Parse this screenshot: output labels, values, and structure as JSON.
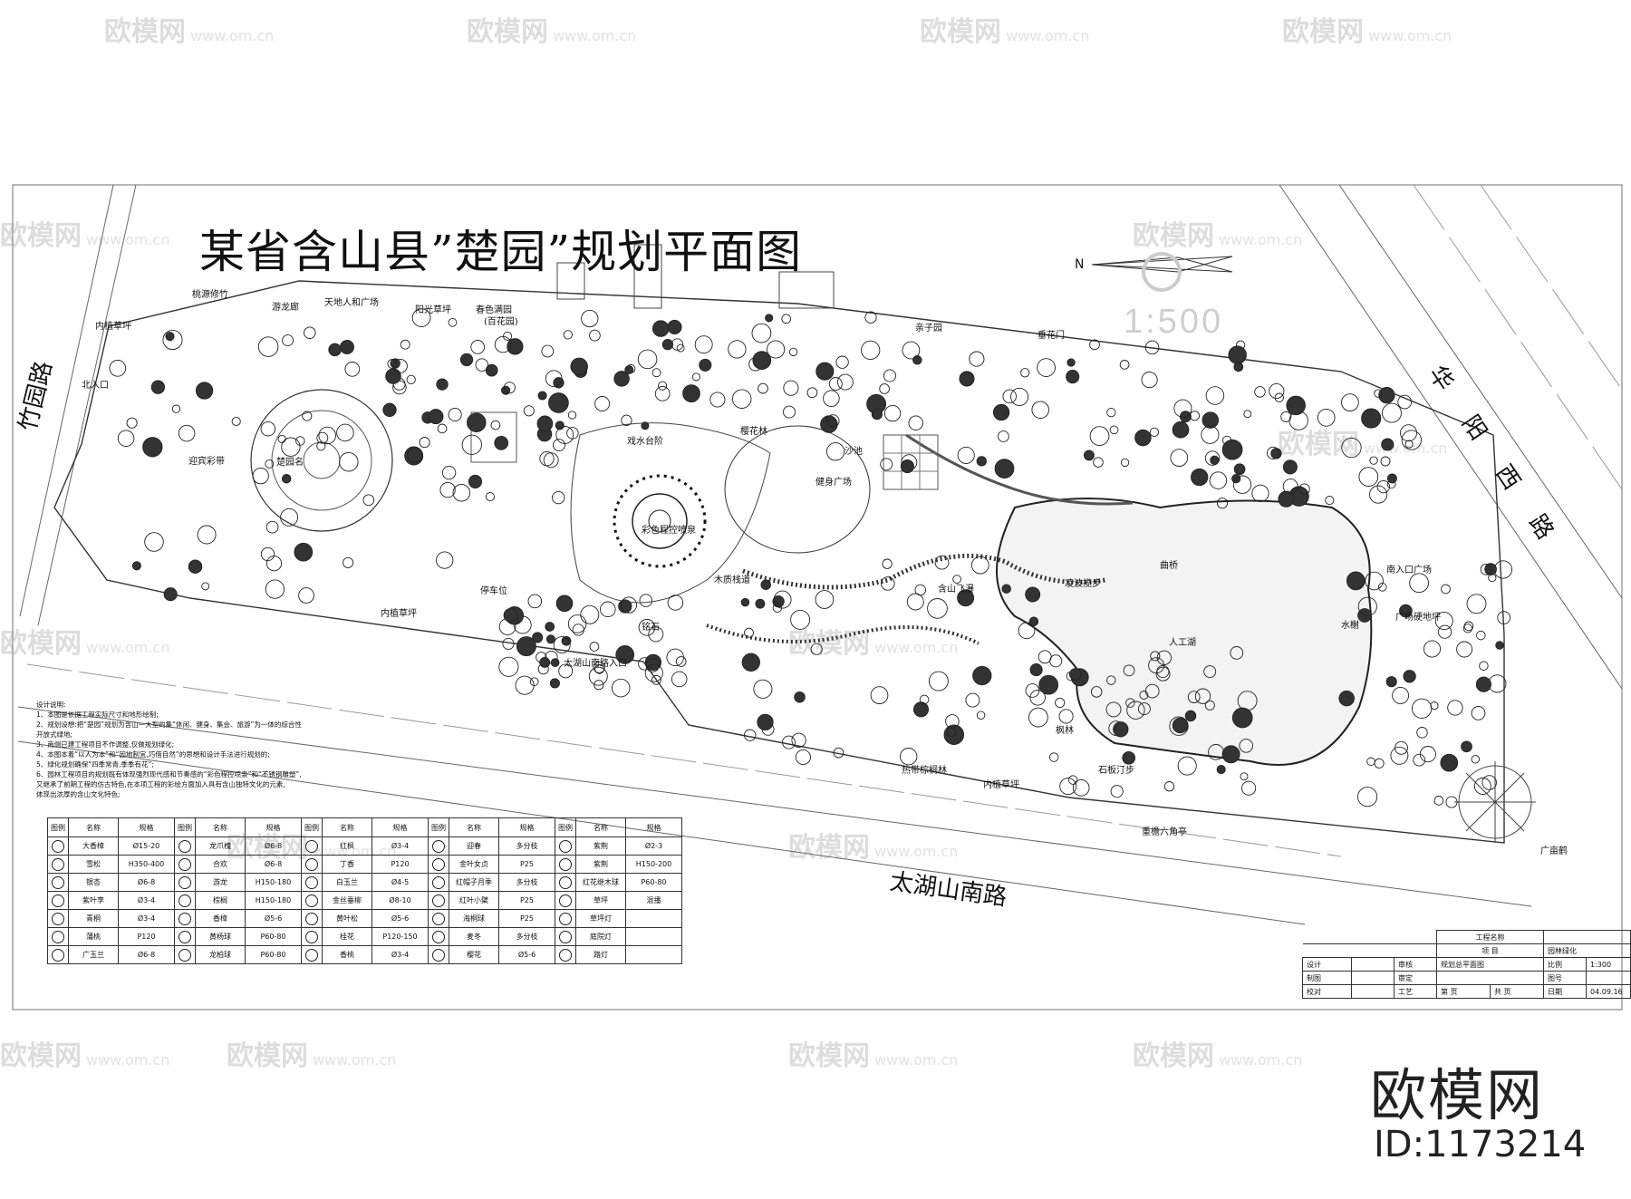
{
  "title": "某省含山县”楚园”规划平面图",
  "scale": "1:500",
  "north_label": "N",
  "roads": {
    "west": "竹园路",
    "east": "华阳西路",
    "south": "太湖山南路"
  },
  "plan_labels": [
    "桃源修竹",
    "游龙廊",
    "天地人和广场",
    "阳光草坪",
    "春色满园",
    "(百花园)",
    "内植草坪",
    "北入口",
    "亲子园",
    "垂花门",
    "迎宾彩带",
    "楚园名",
    "戏水台阶",
    "健身广场",
    "木质栈道",
    "彩色程控喷泉",
    "沙池",
    "停车位",
    "铭石",
    "樱花林",
    "含山飞瀑",
    "凌波揽步",
    "曲桥",
    "南入口广场",
    "水榭",
    "广场硬地坪",
    "人工湖",
    "太湖山南路入口",
    "内植草坪",
    "热带棕榈林",
    "石板汀步",
    "重檐六角亭",
    "广亩鹤",
    "枫林",
    "内植草坪"
  ],
  "notes": {
    "heading": "设计说明:",
    "lines": [
      "1、本图是依据工程实际尺寸和地形绘制;",
      "2、规划设想:把“楚园”规划为含山一大型的集“休闲、健身、集会、旅游”为一体的综合性",
      "   开放式绿地;",
      "3、南侧已建工程项目不作调整,仅做规划绿化;",
      "4、本图本着“以人为本”和“因地制宜,巧借自然”的思想和设计手法进行规划的;",
      "5、绿化规划确保“四季常青,季季有花”;",
      "6、园林工程项目的规划既有体现强烈现代感和节奏感的“彩色程控喷泉”和“不锈钢雕塑”,",
      "   又继承了前期工程的仿古特色,在本项工程的彩绘方面加入具有含山独特文化的元素,",
      "   体现出浓厚的含山文化特色;"
    ]
  },
  "legend": {
    "headers": [
      "图例",
      "名称",
      "规格",
      "图例",
      "名称",
      "规格",
      "图例",
      "名称",
      "规格",
      "图例",
      "名称",
      "规格",
      "图例",
      "名称",
      "规格"
    ],
    "rows": [
      [
        "大香樟",
        "Ø15-20",
        "龙爪槐",
        "Ø6-8",
        "红枫",
        "Ø3-4",
        "迎春",
        "多分枝",
        "紫荆",
        "Ø2-3"
      ],
      [
        "雪松",
        "H350-400",
        "合欢",
        "Ø6-8",
        "丁香",
        "P120",
        "金叶女贞",
        "P25",
        "紫荆",
        "H150-200"
      ],
      [
        "银杏",
        "Ø6-8",
        "游龙",
        "H150-180",
        "白玉兰",
        "Ø4-5",
        "红帽子月季",
        "多分枝",
        "红花继木球",
        "P60-80"
      ],
      [
        "紫叶李",
        "Ø3-4",
        "棕榈",
        "H150-180",
        "金丝垂柳",
        "Ø8-10",
        "红叶小檗",
        "P25",
        "草坪",
        "混播"
      ],
      [
        "青桐",
        "Ø3-4",
        "香樟",
        "Ø5-6",
        "黄叶松",
        "Ø5-6",
        "海桐球",
        "P25",
        "草坪灯",
        ""
      ],
      [
        "蒲桃",
        "P120",
        "黄杨球",
        "P60-80",
        "桂花",
        "P120-150",
        "麦冬",
        "多分枝",
        "庭院灯",
        ""
      ],
      [
        "广玉兰",
        "Ø6-8",
        "龙柏球",
        "P60-80",
        "香桃",
        "Ø3-4",
        "樱花",
        "Ø5-6",
        "路灯",
        ""
      ]
    ]
  },
  "title_block": {
    "project_name_label": "工程名称",
    "item_label": "项 目",
    "item_value": "园林绿化",
    "design": "设计",
    "check": "审核",
    "drawing_title": "规划总平面图",
    "ratio_label": "比例",
    "ratio_value": "1:300",
    "draw": "制图",
    "approve": "审定",
    "figure_no": "图号",
    "proof": "校对",
    "craft": "工艺",
    "page": "第 页",
    "total": "共 页",
    "date_label": "日期",
    "date_value": "04.09.16"
  },
  "watermark": {
    "brand": "欧模网",
    "url": "www.om.cn",
    "id": "ID:1173214"
  }
}
